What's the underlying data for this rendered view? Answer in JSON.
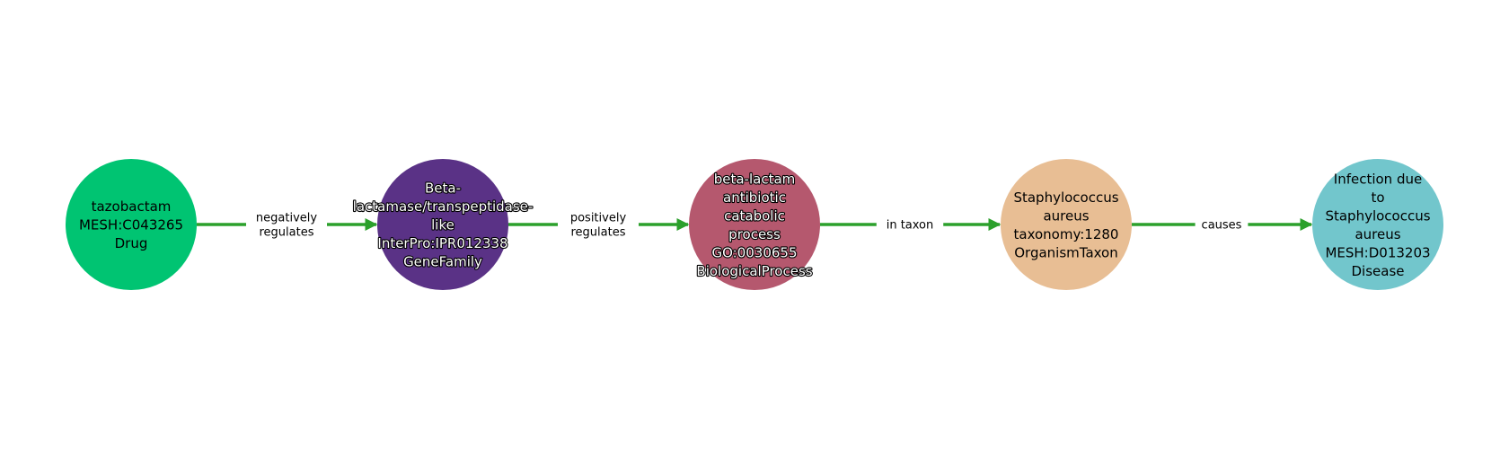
{
  "graph": {
    "edge_color": "#2ca02c",
    "nodes": [
      {
        "id": "n0",
        "lines": [
          "tazobactam",
          "MESH:C043265",
          "Drug"
        ],
        "color": "#00c472",
        "text_style": "plain"
      },
      {
        "id": "n1",
        "lines": [
          "Beta-",
          "lactamase/transpeptidase-",
          "like",
          "InterPro:IPR012338",
          "GeneFamily"
        ],
        "color": "#5a3286",
        "text_style": "outlined"
      },
      {
        "id": "n2",
        "lines": [
          "beta-lactam",
          "antibiotic",
          "catabolic",
          "process",
          "GO:0030655",
          "BiologicalProcess"
        ],
        "color": "#b5586e",
        "text_style": "outlined"
      },
      {
        "id": "n3",
        "lines": [
          "Staphylococcus",
          "aureus",
          "taxonomy:1280",
          "OrganismTaxon"
        ],
        "color": "#e8be94",
        "text_style": "plain"
      },
      {
        "id": "n4",
        "lines": [
          "Infection due",
          "to",
          "Staphylococcus",
          "aureus",
          "MESH:D013203",
          "Disease"
        ],
        "color": "#72c6cc",
        "text_style": "plain"
      }
    ],
    "edges": [
      {
        "from": "n0",
        "to": "n1",
        "lines": [
          "negatively",
          "regulates"
        ]
      },
      {
        "from": "n1",
        "to": "n2",
        "lines": [
          "positively",
          "regulates"
        ]
      },
      {
        "from": "n2",
        "to": "n3",
        "lines": [
          "in taxon"
        ]
      },
      {
        "from": "n3",
        "to": "n4",
        "lines": [
          "causes"
        ]
      }
    ]
  }
}
